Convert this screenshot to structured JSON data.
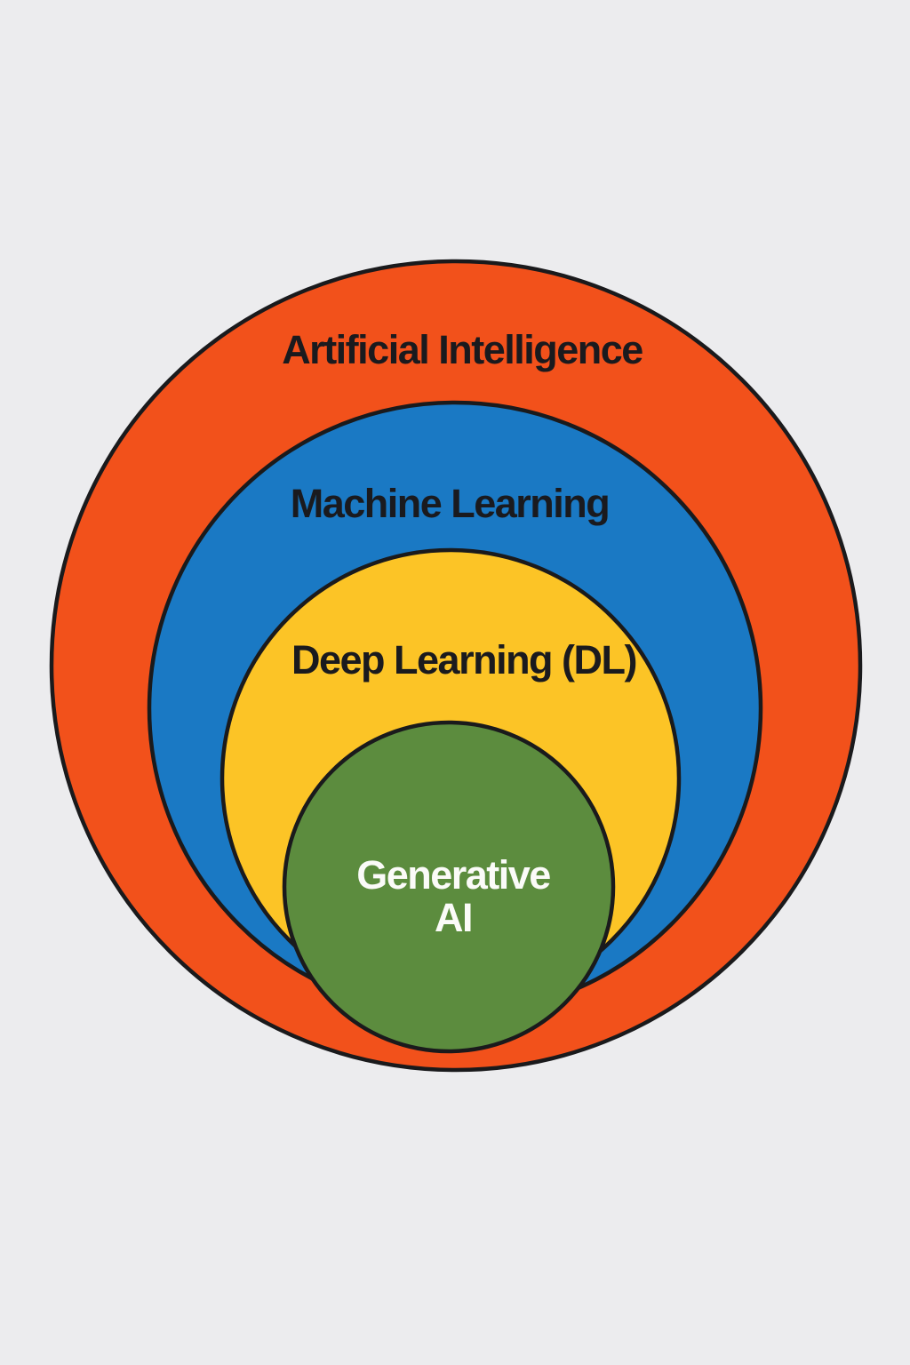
{
  "diagram": {
    "title": "Nested AI concepts diagram",
    "background_color": "#ECECEE",
    "outline_color": "#1A1A1C",
    "rings": [
      {
        "label": "Artificial Intelligence",
        "fill_color": "#F2511B",
        "text_color": "#1A1A1E"
      },
      {
        "label": "Machine Learning",
        "fill_color": "#1A79C4",
        "text_color": "#1A1A1E"
      },
      {
        "label": "Deep Learning (DL)",
        "fill_color": "#FCC426",
        "text_color": "#1A1A1E"
      },
      {
        "label": "Generative\nAI",
        "fill_color": "#5C8C3E",
        "text_color": "#FBFBF8"
      }
    ]
  }
}
